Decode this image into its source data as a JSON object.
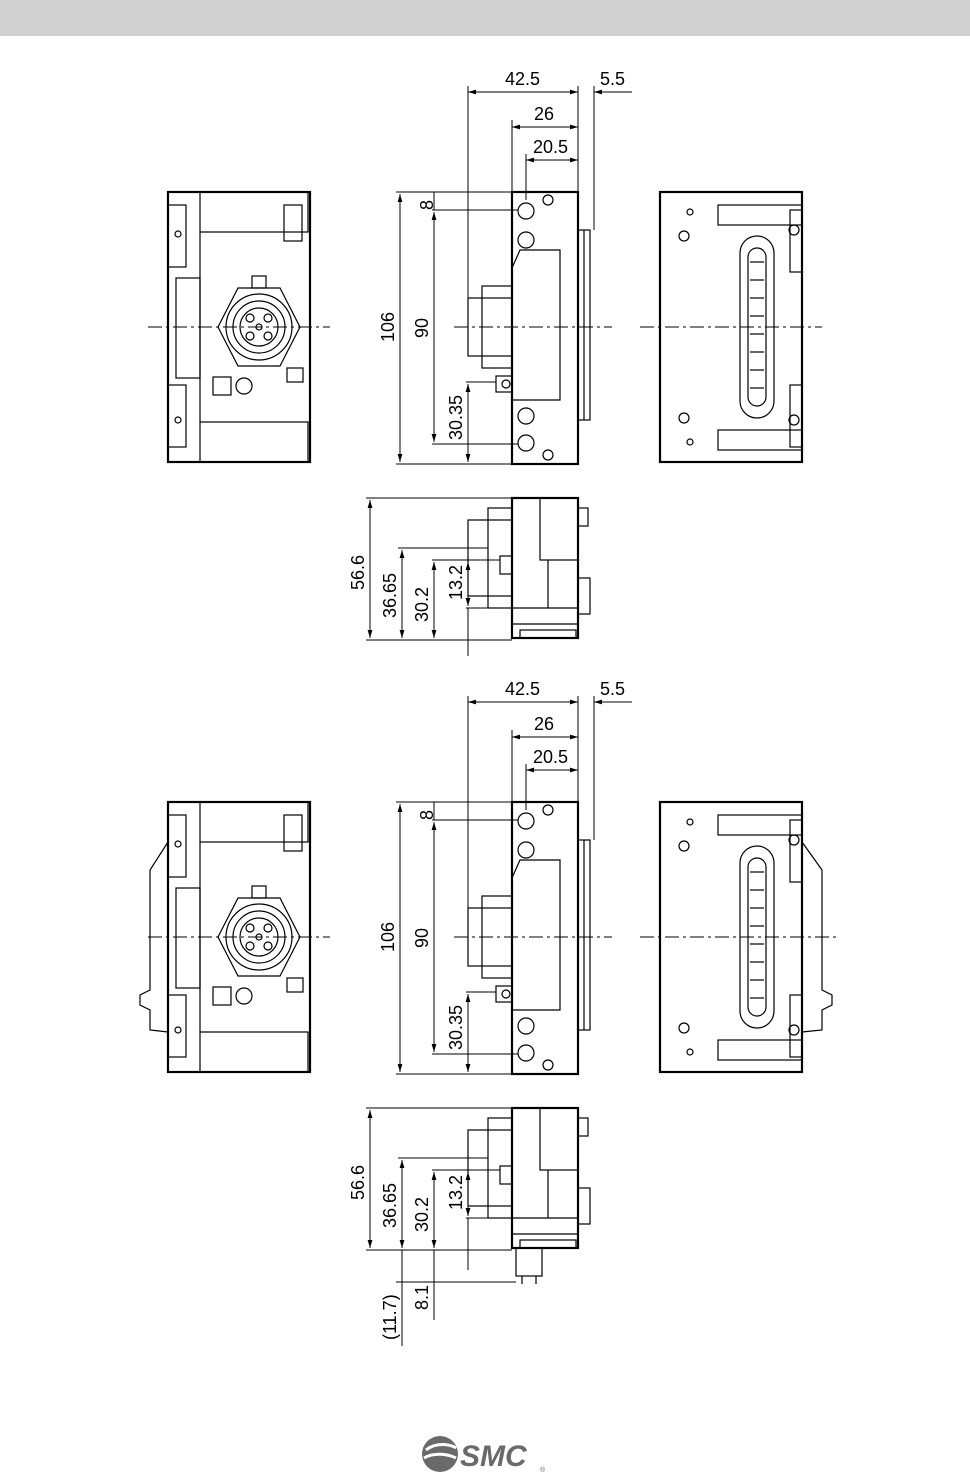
{
  "dims": {
    "w425": "42.5",
    "w55": "5.5",
    "w26": "26",
    "w205": "20.5",
    "h8": "8",
    "h106": "106",
    "h90": "90",
    "h3035": "30.35",
    "s566": "56.6",
    "s3665": "36.65",
    "s302": "30.2",
    "s132": "13.2",
    "s117": "(11.7)",
    "s81": "8.1"
  },
  "brand": {
    "name": "SMC",
    "reg": "®"
  },
  "colors": {
    "header": "#d0d0d0",
    "line": "#000000"
  }
}
